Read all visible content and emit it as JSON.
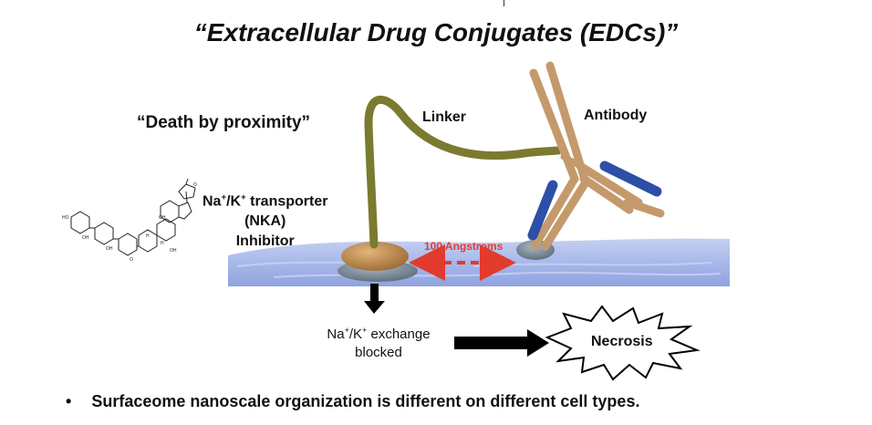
{
  "title": "“Extracellular Drug Conjugates (EDCs)”",
  "tagline": "“Death by proximity”",
  "labels": {
    "linker": "Linker",
    "antibody": "Antibody",
    "nka_line1_a": "Na",
    "nka_line1_sup1": "+",
    "nka_line1_b": "/K",
    "nka_line1_sup2": "+",
    "nka_line1_c": " transporter",
    "nka_line2": "(NKA)",
    "nka_line3": "Inhibitor",
    "distance": "100 Angstroms",
    "exchange_a": "Na",
    "exchange_sup1": "+",
    "exchange_b": "/K",
    "exchange_sup2": "+",
    "exchange_c": " exchange",
    "exchange_line2": "blocked",
    "necrosis": "Necrosis"
  },
  "bullets": [
    "Surfaceome nanoscale organization is different on different cell types."
  ],
  "colors": {
    "linker": "#7a7b2e",
    "antibody": "#c49a6c",
    "antibody_domain": "#2c4fa8",
    "membrane": "#a9b9e8",
    "payload": "#c9904a",
    "distance_arrow": "#e23b2e"
  }
}
